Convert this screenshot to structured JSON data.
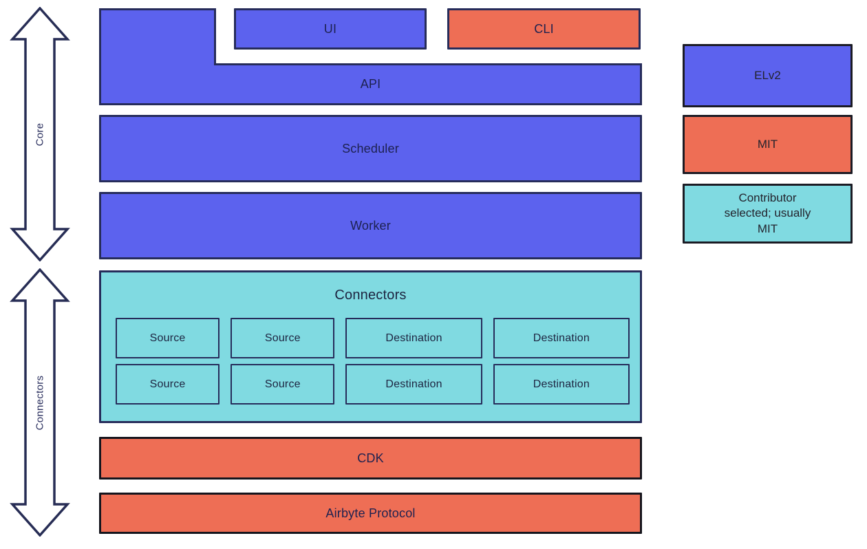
{
  "palette": {
    "blue": "#5c62ee",
    "orange": "#ee6e55",
    "teal": "#80dae1",
    "border_navy": "#262c5a",
    "border_dark": "#15151d",
    "text_navy": "#1d2150",
    "arrow_outline": "#272d55",
    "arrow_fill": "#ffffff",
    "background": "#ffffff"
  },
  "arrows": [
    {
      "label": "Core"
    },
    {
      "label": "Connectors"
    }
  ],
  "stack": {
    "ui_label": "UI",
    "cli_label": "CLI",
    "api_label": "API",
    "scheduler_label": "Scheduler",
    "worker_label": "Worker",
    "connectors": {
      "title": "Connectors",
      "rows": [
        [
          "Source",
          "Source",
          "Destination",
          "Destination"
        ],
        [
          "Source",
          "Source",
          "Destination",
          "Destination"
        ]
      ]
    },
    "cdk_label": "CDK",
    "protocol_label": "Airbyte Protocol"
  },
  "legend": {
    "items": [
      {
        "label": "ELv2",
        "color": "#5c62ee"
      },
      {
        "label": "MIT",
        "color": "#ee6e55"
      },
      {
        "label": "Contributor\nselected; usually\nMIT",
        "color": "#80dae1"
      }
    ]
  }
}
